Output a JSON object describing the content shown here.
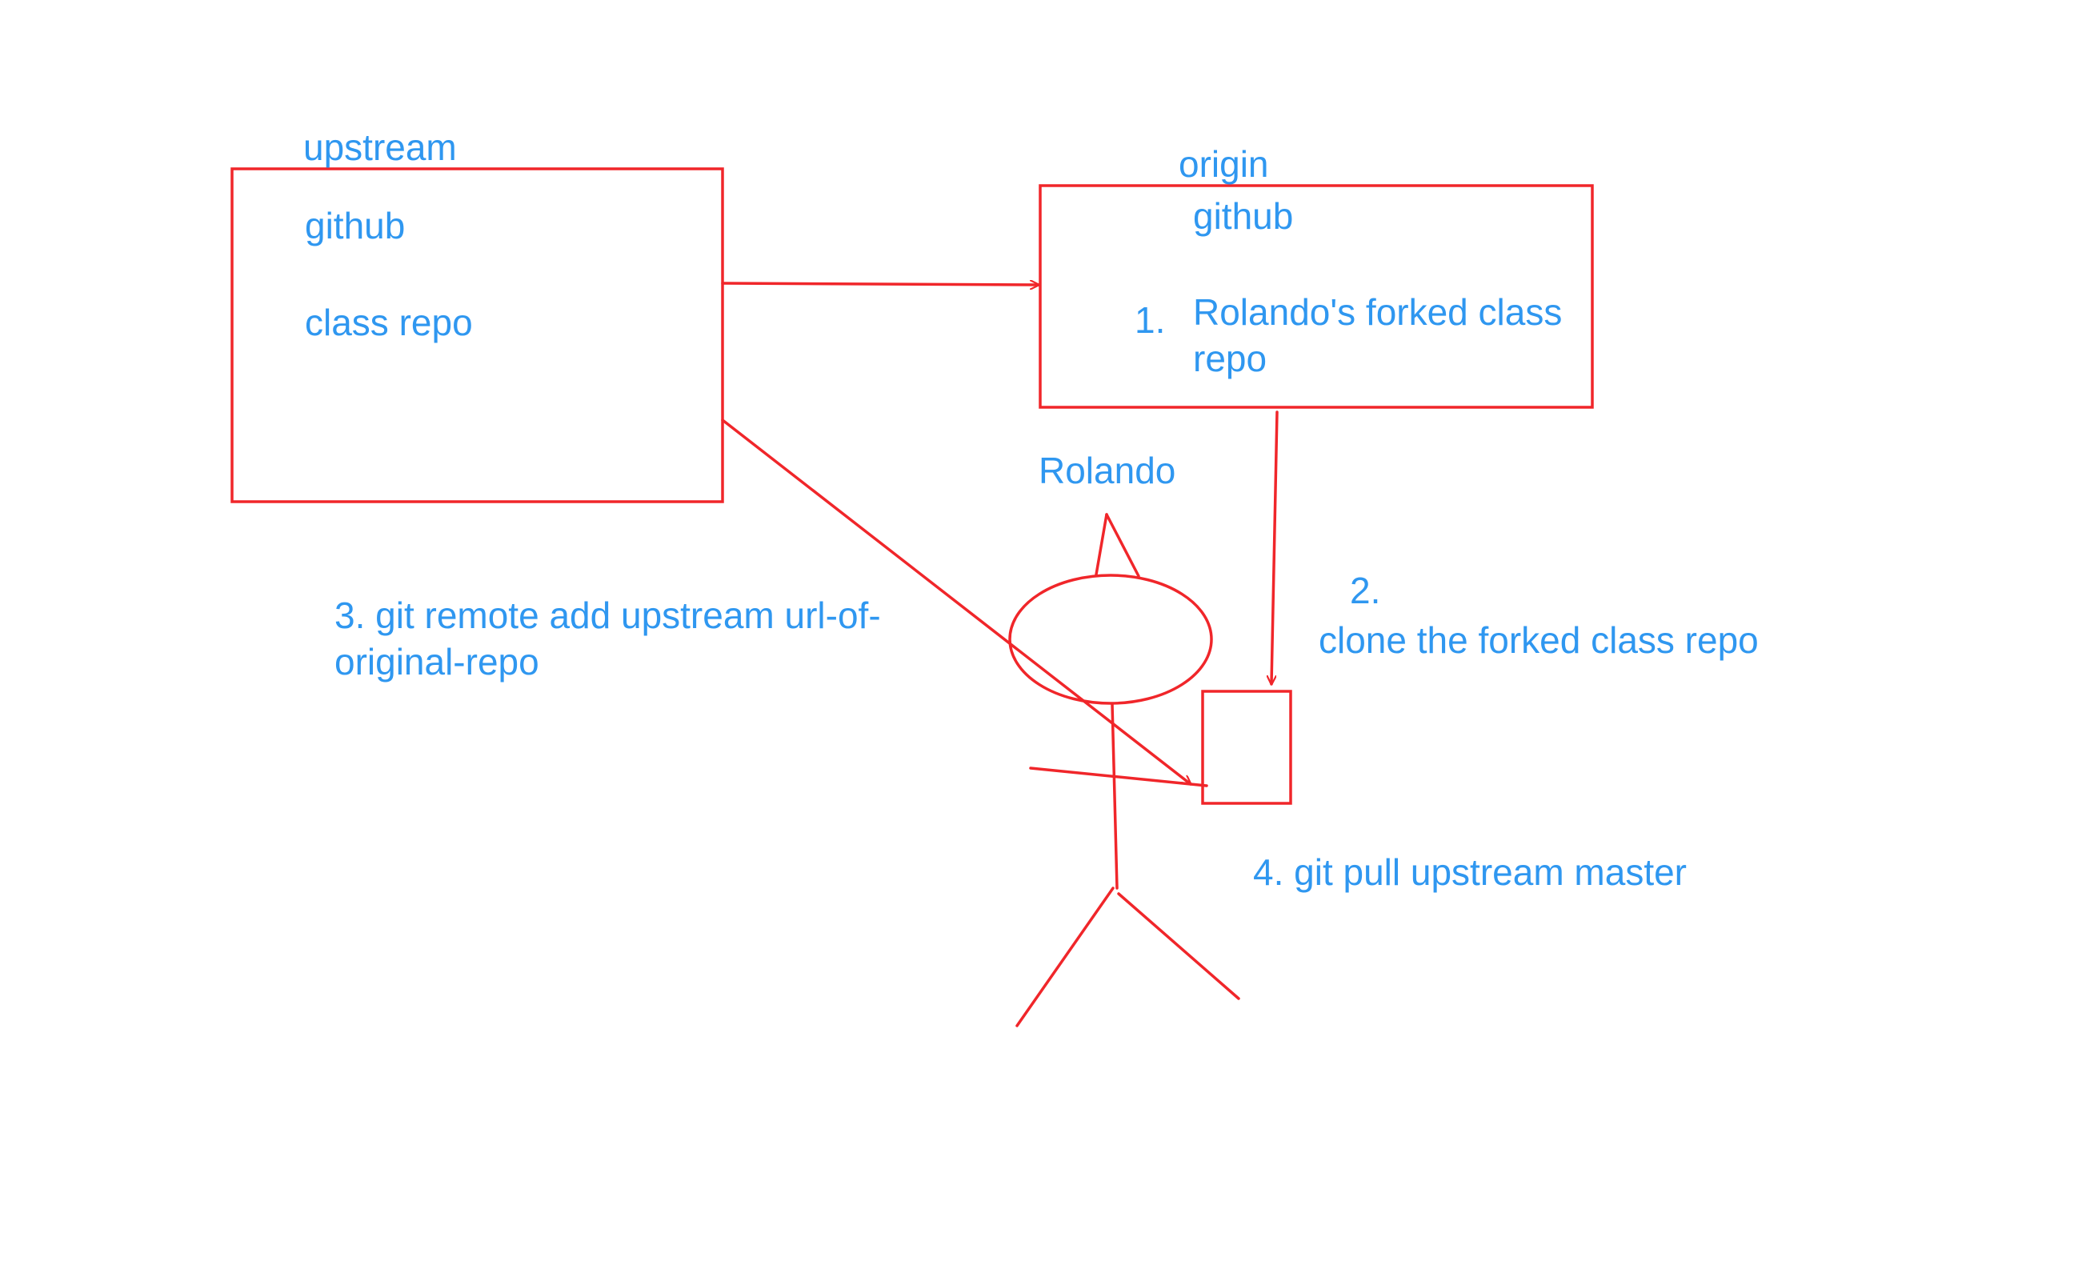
{
  "colors": {
    "stroke": "#f0262a",
    "text": "#2f97f0",
    "background": "#ffffff"
  },
  "upstream_box": {
    "tag": "upstream",
    "line1": "github",
    "line2": "class repo"
  },
  "origin_box": {
    "tag": "origin",
    "line1": "github",
    "item_number": "1.",
    "item_text": "Rolando's forked class repo"
  },
  "person": {
    "name": "Rolando"
  },
  "steps": {
    "step2_number": "2.",
    "step2_text": "clone the forked class repo",
    "step3_text": "3. git remote add upstream url-of-original-repo",
    "step4_text": "4. git pull upstream master"
  }
}
